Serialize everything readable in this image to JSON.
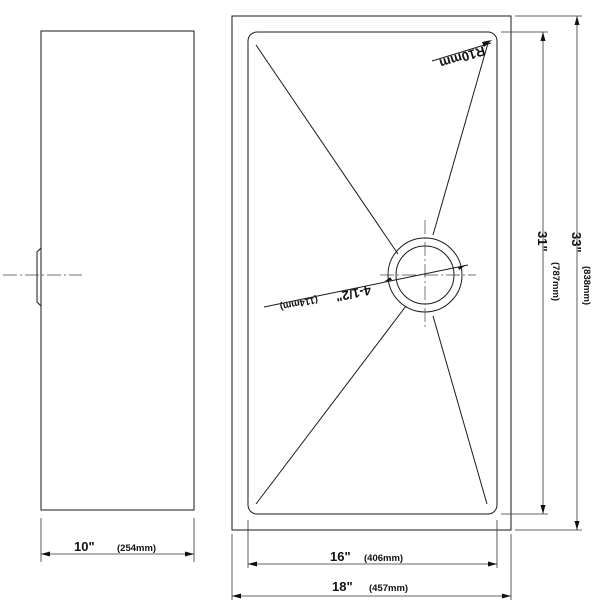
{
  "side_view": {
    "depth_in": "10\"",
    "depth_mm": "(254mm)"
  },
  "top_view": {
    "corner_radius": "R10mm",
    "drain_in": "4-1/2\"",
    "drain_mm": "(114mm)",
    "inner_length_in": "31\"",
    "inner_length_mm": "(787mm)",
    "outer_length_in": "33\"",
    "outer_length_mm": "(838mm)",
    "inner_width_in": "16\"",
    "inner_width_mm": "(406mm)",
    "outer_width_in": "18\"",
    "outer_width_mm": "(457mm)"
  }
}
